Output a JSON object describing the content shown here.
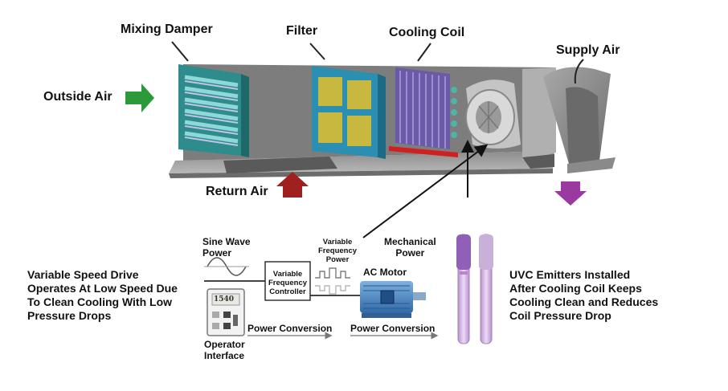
{
  "labels": {
    "mixing_damper": "Mixing Damper",
    "filter": "Filter",
    "cooling_coil": "Cooling Coil",
    "supply_air": "Supply Air",
    "outside_air": "Outside Air",
    "return_air": "Return Air",
    "sine_wave_power": [
      "Sine Wave",
      "Power"
    ],
    "variable_frequency_power": [
      "Variable",
      "Frequency",
      "Power"
    ],
    "mechanical_power": [
      "Mechanical",
      "Power"
    ],
    "vfc": [
      "Variable",
      "Frequency",
      "Controller"
    ],
    "ac_motor": "AC Motor",
    "power_conversion_1": "Power Conversion",
    "power_conversion_2": "Power Conversion",
    "operator_interface": [
      "Operator",
      "Interface"
    ],
    "display_value": "1540",
    "vsd_note": [
      "Variable Speed Drive",
      "Operates At Low Speed Due",
      "To Clean Cooling With Low",
      "Pressure Drops"
    ],
    "uvc_note": [
      "UVC Emitters Installed",
      "After Cooling Coil Keeps",
      "Cooling Clean and Reduces",
      "Coil Pressure Drop"
    ]
  },
  "colors": {
    "housing": "#9a9a9a",
    "damper": "#3aa0a0",
    "filter_frame": "#2a8fb0",
    "filter_media": "#c8b840",
    "coil": "#6a5aa8",
    "coil_tray": "#d02020",
    "outside_arrow": "#2a9a3a",
    "return_arrow": "#a02020",
    "supply_arrow": "#9a3aa0",
    "motor": "#4a86c0",
    "uvc": "#c8a0d8"
  }
}
